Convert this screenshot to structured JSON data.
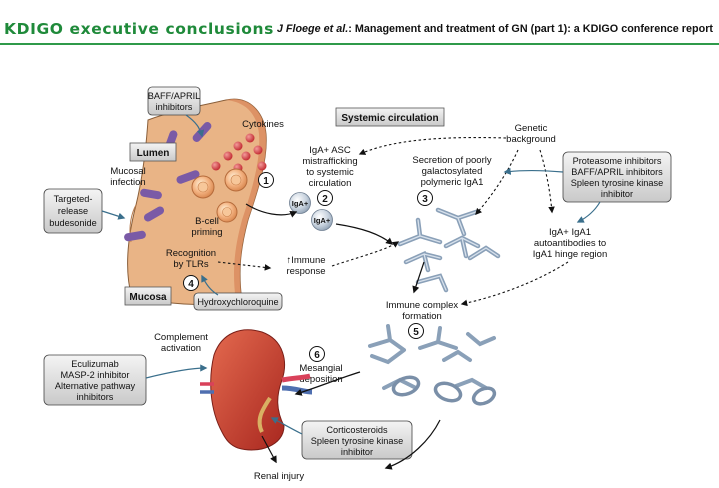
{
  "header": {
    "journal_title": "KDIGO executive conclusions",
    "running_head_author": "J Floege et al.",
    "running_head_rest": ": Management and treatment of GN (part 1): a KDIGO conference report"
  },
  "figure": {
    "boxes": {
      "lumen": "Lumen",
      "mucosa": "Mucosa",
      "systemic": "Systemic circulation"
    },
    "drug_boxes": {
      "baff": [
        "BAFF/APRIL",
        "inhibitors"
      ],
      "budesonide": [
        "Targeted-",
        "release",
        "budesonide"
      ],
      "hcq": [
        "Hydroxychloroquine"
      ],
      "proteasome": [
        "Proteasome inhibitors",
        "BAFF/APRIL inhibitors",
        "Spleen tyrosine kinase",
        "inhibitor"
      ],
      "eculizumab": [
        "Eculizumab",
        "MASP-2 inhibitor",
        "Alternative pathway",
        "inhibitors"
      ],
      "cortico": [
        "Corticosteroids",
        "Spleen tyrosine kinase",
        "inhibitor"
      ]
    },
    "labels": {
      "cytokines": "Cytokines",
      "mucosal_infection": [
        "Mucosal",
        "infection"
      ],
      "bcell": [
        "B-cell",
        "priming"
      ],
      "tlr": [
        "Recognition",
        "by TLRs"
      ],
      "immune_response": [
        "↑Immune",
        "response"
      ],
      "iga_asc": [
        "IgA+ ASC",
        "mistrafficking",
        "to systemic",
        "circulation"
      ],
      "iga_cell": "IgA+",
      "genetic": [
        "Genetic",
        "background"
      ],
      "secretion": [
        "Secretion of poorly",
        "galactosylated",
        "polymeric IgA1"
      ],
      "autoantibodies": [
        "IgA+ IgA1",
        "autoantibodies to",
        "IgA1 hinge region"
      ],
      "immune_complex": [
        "Immune complex",
        "formation"
      ],
      "complement": [
        "Complement",
        "activation"
      ],
      "mesangial": [
        "Mesangial",
        "deposition"
      ],
      "renal_injury": "Renal injury"
    },
    "steps": [
      "1",
      "2",
      "3",
      "4",
      "5",
      "6"
    ]
  }
}
